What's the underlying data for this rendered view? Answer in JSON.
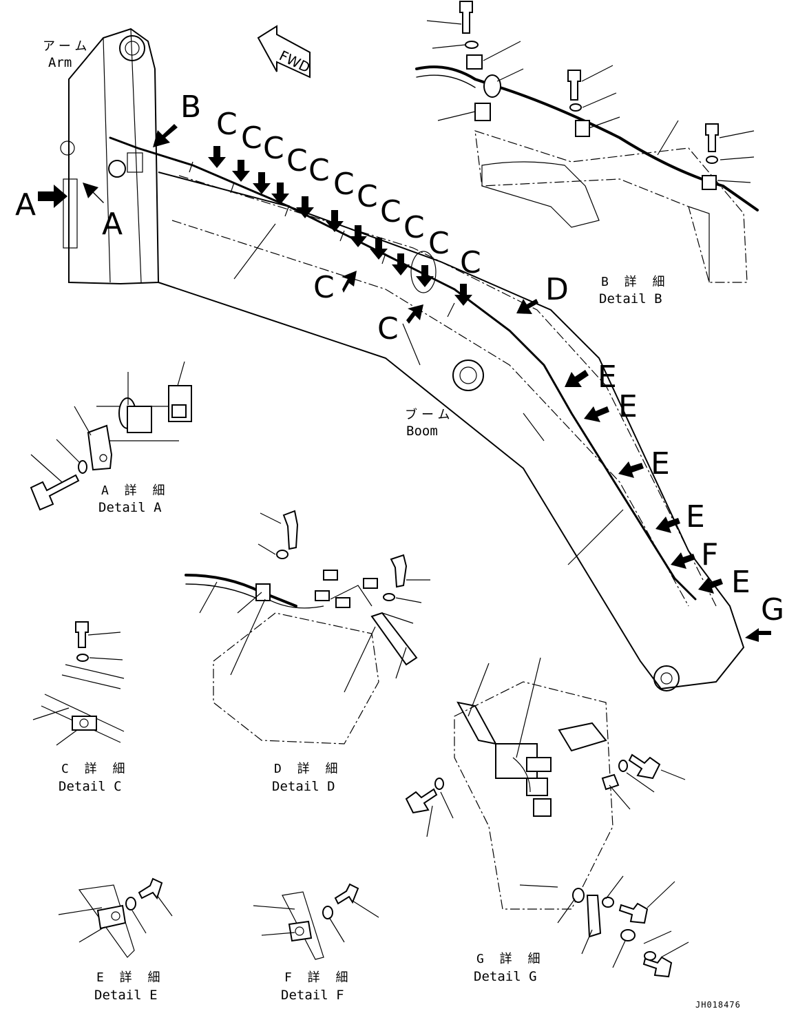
{
  "header": {
    "arm_label_jp": "アーム",
    "arm_label_en": "Arm",
    "boom_label_jp": "ブーム",
    "boom_label_en": "Boom",
    "fwd_label": "FWD"
  },
  "view_letters": {
    "a": "A",
    "b": "B",
    "c": "C",
    "d": "D",
    "e": "E",
    "f": "F",
    "g": "G"
  },
  "details": {
    "a": {
      "jp": "A 詳 細",
      "en": "Detail A"
    },
    "b": {
      "jp": "B 詳 細",
      "en": "Detail B"
    },
    "c": {
      "jp": "C 詳 細",
      "en": "Detail C"
    },
    "d": {
      "jp": "D 詳 細",
      "en": "Detail D"
    },
    "e": {
      "jp": "E 詳 細",
      "en": "Detail E"
    },
    "f": {
      "jp": "F 詳 細",
      "en": "Detail F"
    },
    "g": {
      "jp": "G 詳 細",
      "en": "Detail G"
    }
  },
  "drawing_code": "JH018476",
  "icons": {
    "arrow": "callout-arrow-icon",
    "bolt": "bolt-icon",
    "washer": "washer-icon",
    "clamp": "clamp-icon"
  }
}
